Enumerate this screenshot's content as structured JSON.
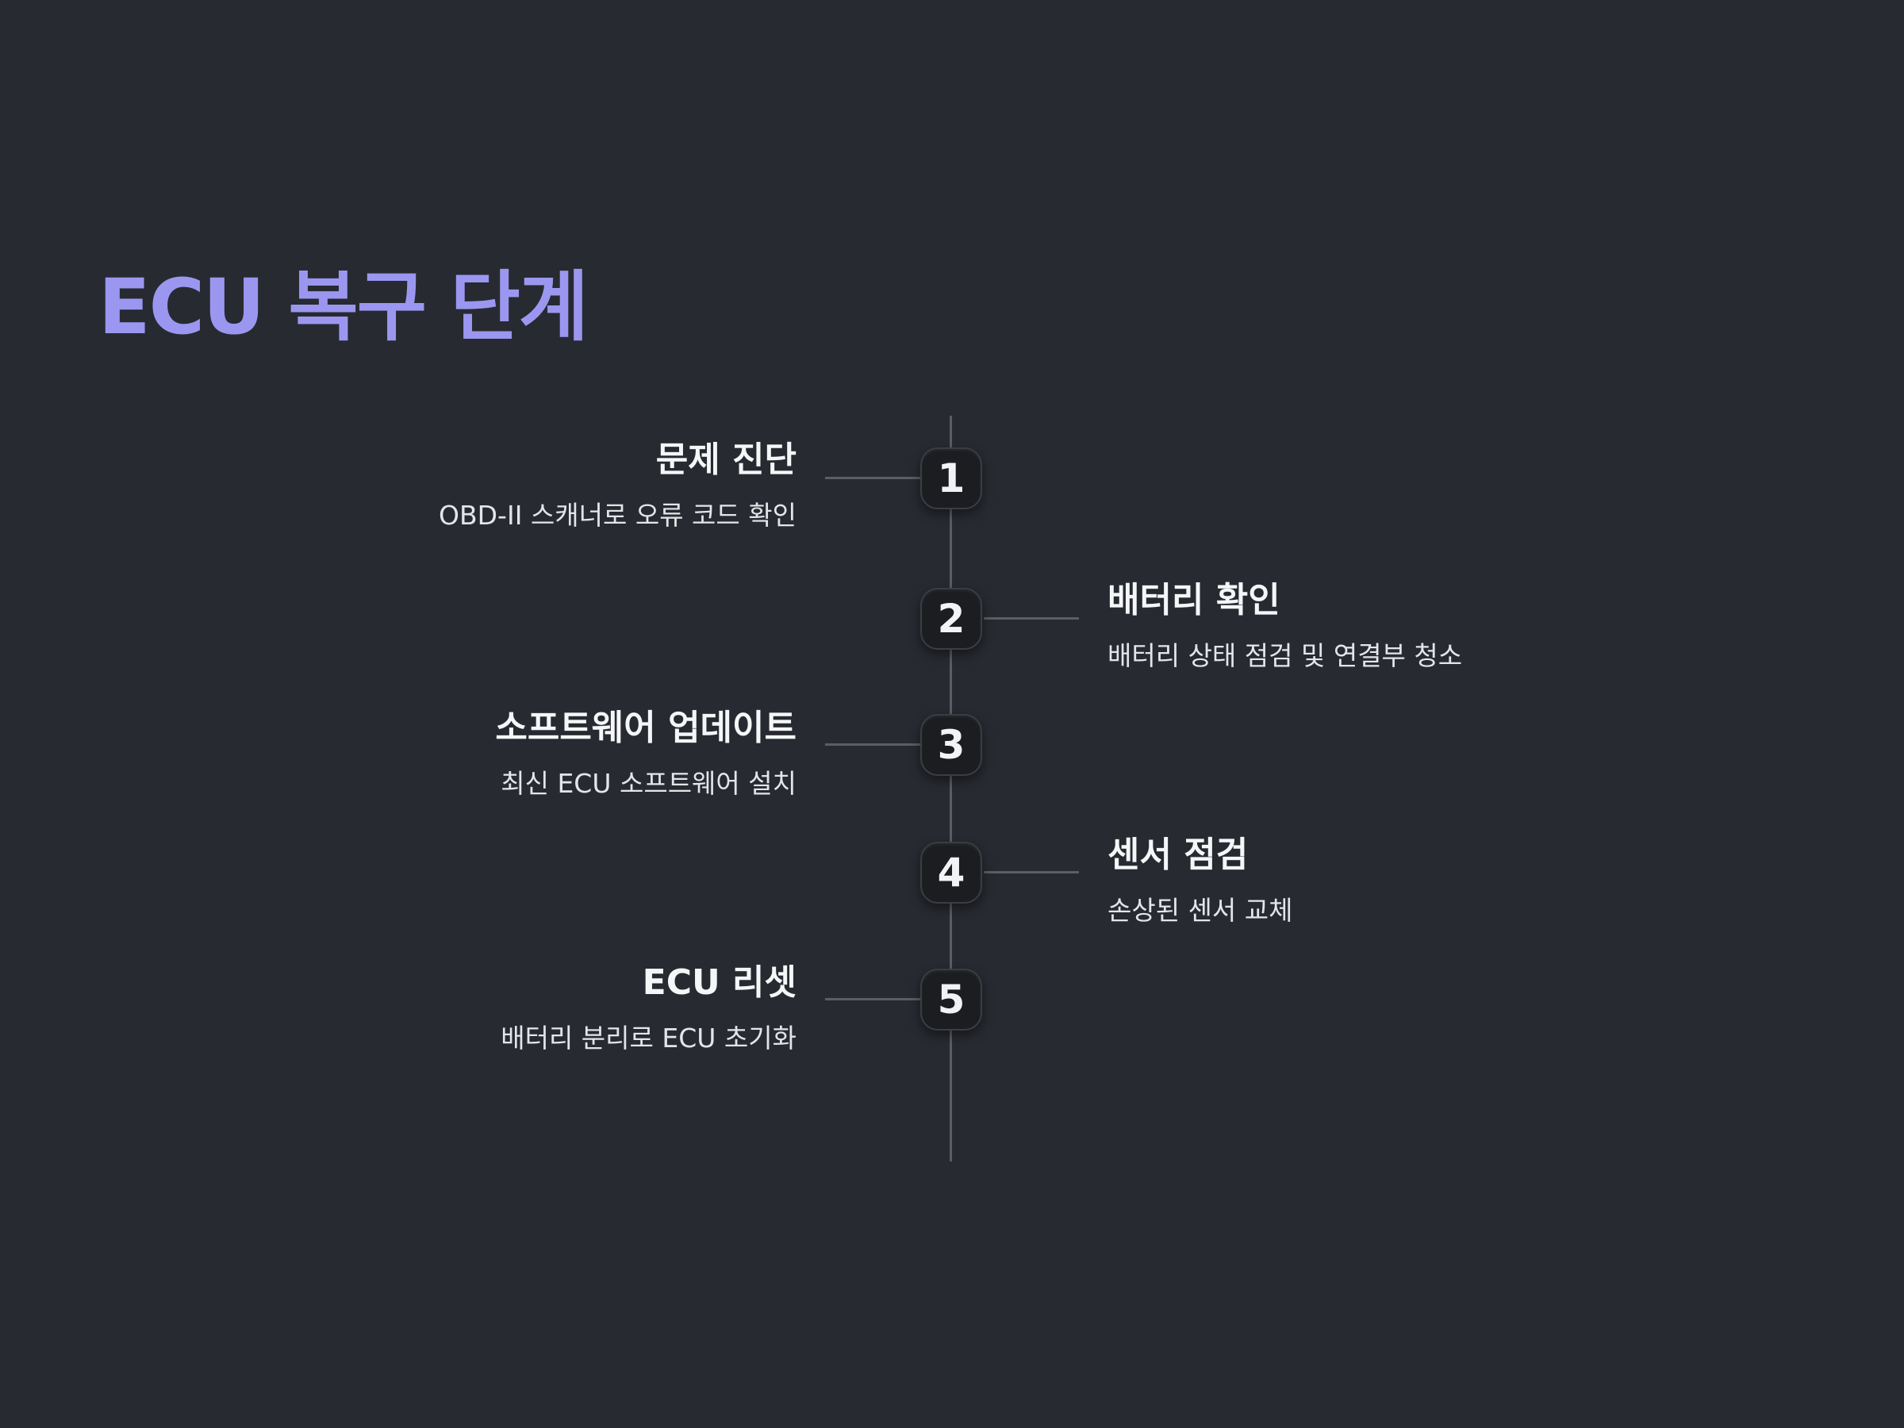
{
  "title": "ECU 복구 단계",
  "colors": {
    "background": "#272a30",
    "title": "#9b97f0",
    "line": "#5b5e64",
    "badge": "#1b1d21",
    "text": "#f2f3f5"
  },
  "steps": [
    {
      "number": "1",
      "title": "문제 진단",
      "description": "OBD-II 스캐너로 오류 코드 확인",
      "side": "left"
    },
    {
      "number": "2",
      "title": "배터리 확인",
      "description": "배터리 상태 점검 및 연결부 청소",
      "side": "right"
    },
    {
      "number": "3",
      "title": "소프트웨어 업데이트",
      "description": "최신 ECU 소프트웨어 설치",
      "side": "left"
    },
    {
      "number": "4",
      "title": "센서 점검",
      "description": "손상된 센서 교체",
      "side": "right"
    },
    {
      "number": "5",
      "title": "ECU 리셋",
      "description": "배터리 분리로 ECU 초기화",
      "side": "left"
    }
  ]
}
